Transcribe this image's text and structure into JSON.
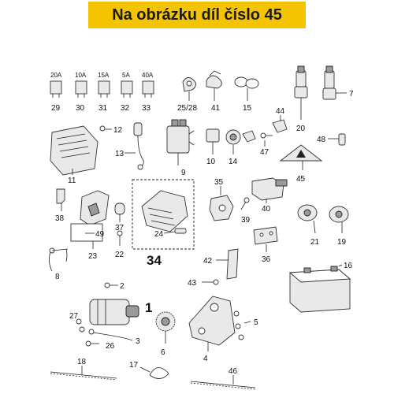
{
  "header": {
    "title": "Na obrázku díl číslo 45"
  },
  "fuses": [
    {
      "amp": "20A",
      "num": "29"
    },
    {
      "amp": "10A",
      "num": "30"
    },
    {
      "amp": "15A",
      "num": "31"
    },
    {
      "amp": "5A",
      "num": "32"
    },
    {
      "amp": "40A",
      "num": "33"
    }
  ],
  "labels": {
    "l1": "1",
    "l2": "2",
    "l3": "3",
    "l4": "4",
    "l5": "5",
    "l6": "6",
    "l7": "7",
    "l8": "8",
    "l9": "9",
    "l10": "10",
    "l11": "11",
    "l12": "12",
    "l13": "13",
    "l14": "14",
    "l15": "15",
    "l16": "16",
    "l17": "17",
    "l18": "18",
    "l19": "19",
    "l20": "20",
    "l21": "21",
    "l22": "22",
    "l23": "23",
    "l24": "24",
    "l2528": "25/28",
    "l26": "26",
    "l27": "27",
    "l34": "34",
    "l35": "35",
    "l36": "36",
    "l37": "37",
    "l38": "38",
    "l39": "39",
    "l40": "40",
    "l41": "41",
    "l42": "42",
    "l43": "43",
    "l44": "44",
    "l45": "45",
    "l46": "46",
    "l47": "47",
    "l48": "48",
    "l49": "49"
  }
}
